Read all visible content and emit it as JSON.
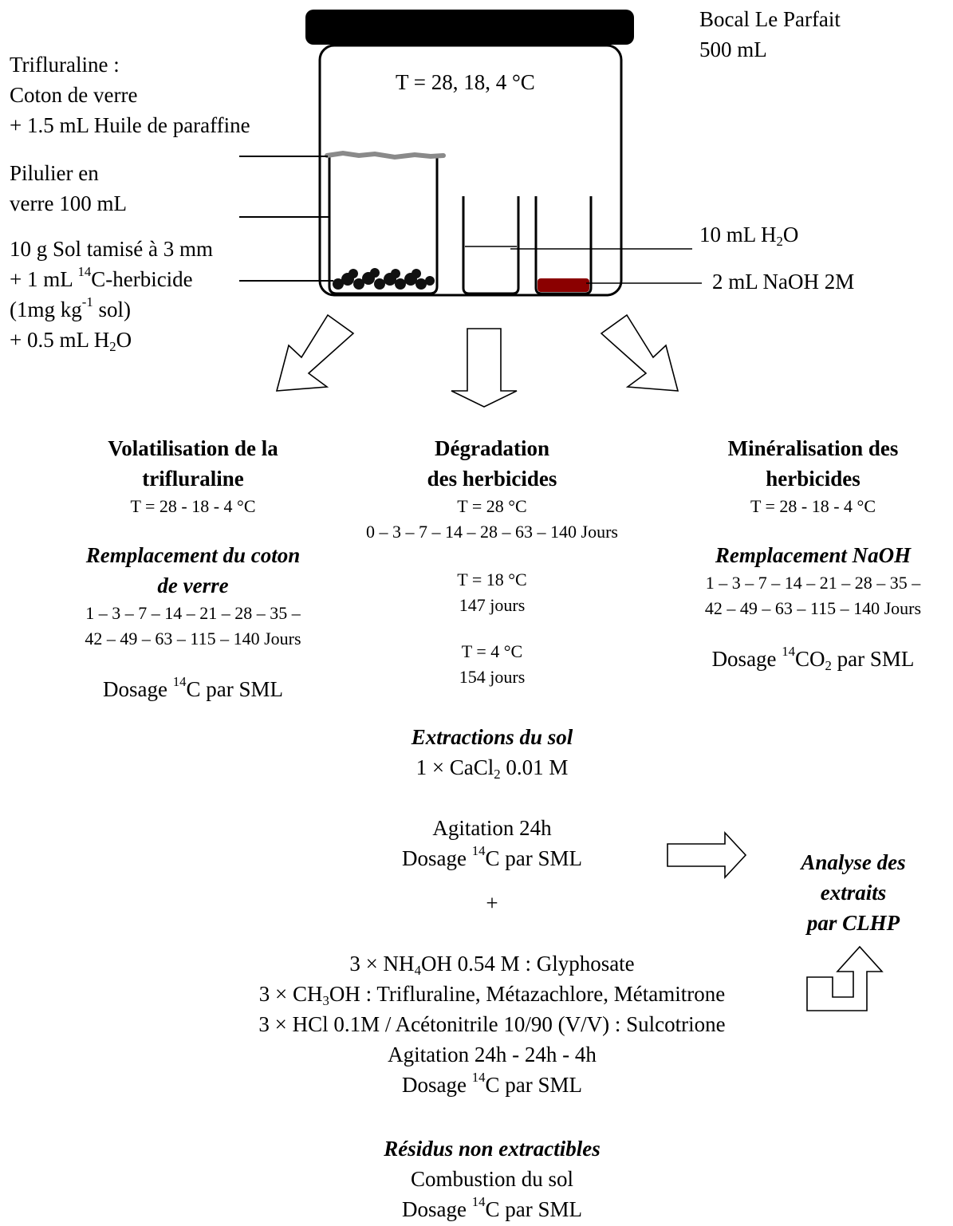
{
  "jar": {
    "label_1": "Bocal Le Parfait",
    "label_2": "500 mL",
    "temperature": "T = 28, 18, 4 °C"
  },
  "left_labels": {
    "trifluraline_1": "Trifluraline :",
    "trifluraline_2": "Coton de verre",
    "trifluraline_3": "+ 1.5 mL Huile de paraffine",
    "pilulier_1": "Pilulier en",
    "pilulier_2": "verre 100 mL",
    "sol_1": "10 g Sol tamisé à 3 mm",
    "sol_2_pre": "+ 1 mL ",
    "sol_2_sup": "14",
    "sol_2_post": "C-herbicide",
    "sol_3_pre": "(1mg kg",
    "sol_3_sup": "-1",
    "sol_3_post": " sol)",
    "sol_4_pre": "+ 0.5 mL H",
    "sol_4_sub": "2",
    "sol_4_post": "O"
  },
  "right_labels": {
    "water_pre": "10 mL H",
    "water_sub": "2",
    "water_post": "O",
    "naoh": "2 mL NaOH 2M"
  },
  "volatilisation": {
    "title_1": "Volatilisation de la",
    "title_2": "trifluraline",
    "temps": "T = 28 - 18 - 4 °C",
    "sub_title_1": "Remplacement du coton",
    "sub_title_2": "de verre",
    "days_1": "1 – 3 – 7 – 14 – 21 – 28 – 35 –",
    "days_2": "42 – 49 – 63 – 115 – 140 Jours",
    "dosage_pre": "Dosage ",
    "dosage_sup": "14",
    "dosage_post": "C par SML"
  },
  "degradation": {
    "title_1": "Dégradation",
    "title_2": "des herbicides",
    "temp_28": "T = 28 °C",
    "days_28": "0 – 3 – 7 – 14 – 28 – 63 – 140 Jours",
    "temp_18": "T = 18 °C",
    "days_18": "147 jours",
    "temp_4": "T = 4 °C",
    "days_4": "154 jours"
  },
  "mineralisation": {
    "title_1": "Minéralisation des",
    "title_2": "herbicides",
    "temps": "T = 28 - 18 - 4 °C",
    "sub_title": "Remplacement NaOH",
    "days_1": "1 – 3 – 7 – 14 – 21 – 28 – 35 –",
    "days_2": "42 – 49 – 63 – 115 – 140 Jours",
    "dosage_pre": "Dosage ",
    "dosage_sup": "14",
    "dosage_mid": "CO",
    "dosage_sub": "2",
    "dosage_post": " par SML"
  },
  "extraction": {
    "title": "Extractions du sol",
    "cacl_pre": "1 × CaCl",
    "cacl_sub": "2",
    "cacl_post": " 0.01 M",
    "agitation": "Agitation 24h",
    "dosage_pre": "Dosage ",
    "dosage_sup": "14",
    "dosage_post": "C par SML",
    "plus": "+",
    "nh4_pre": "3 × NH",
    "nh4_sub": "4",
    "nh4_post": "OH 0.54 M : Glyphosate",
    "ch3_pre": "3 × CH",
    "ch3_sub": "3",
    "ch3_post": "OH : Trifluraline, Métazachlore, Métamitrone",
    "hcl": "3 × HCl 0.1M / Acétonitrile 10/90 (V/V) : Sulcotrione",
    "agitation_2": "Agitation 24h - 24h - 4h",
    "dosage2_pre": "Dosage ",
    "dosage2_sup": "14",
    "dosage2_post": "C par SML"
  },
  "analysis": {
    "line_1": "Analyse des",
    "line_2": "extraits",
    "line_3": "par CLHP"
  },
  "residues": {
    "title": "Résidus non extractibles",
    "combustion": "Combustion du sol",
    "dosage_pre": "Dosage ",
    "dosage_sup": "14",
    "dosage_post": "C par SML"
  },
  "colors": {
    "naoh_fill": "#8b0000",
    "cotton": "#8a8a8a",
    "soil": "#111111",
    "lid": "#000000"
  }
}
